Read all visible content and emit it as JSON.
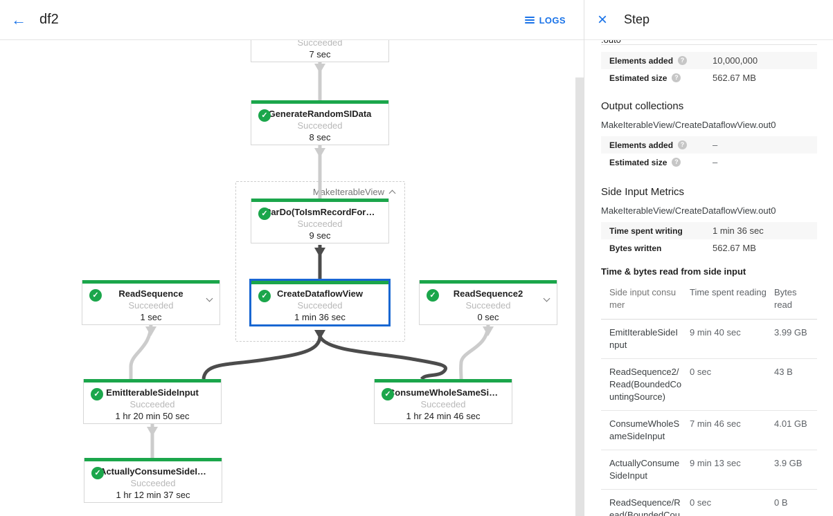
{
  "header": {
    "title": "df2",
    "logs_label": "LOGS"
  },
  "panel": {
    "title": "Step",
    "clipped_text": ".out0",
    "metrics_top": {
      "rows": [
        {
          "label": "Elements added",
          "value": "10,000,000"
        },
        {
          "label": "Estimated size",
          "value": "562.67 MB"
        }
      ]
    },
    "output_collections": {
      "heading": "Output collections",
      "collection": "MakeIterableView/CreateDataflowView.out0",
      "rows": [
        {
          "label": "Elements added",
          "value": "–"
        },
        {
          "label": "Estimated size",
          "value": "–"
        }
      ]
    },
    "side_input_metrics": {
      "heading": "Side Input Metrics",
      "collection": "MakeIterableView/CreateDataflowView.out0",
      "rows": [
        {
          "label": "Time spent writing",
          "value": "1 min 36 sec"
        },
        {
          "label": "Bytes written",
          "value": "562.67 MB"
        }
      ]
    },
    "side_input_table": {
      "heading": "Time & bytes read from side input",
      "columns": [
        "Side input consumer",
        "Time spent reading",
        "Bytes read"
      ],
      "rows": [
        {
          "consumer": "EmitIterableSideInput",
          "time": "9 min 40 sec",
          "bytes": "3.99 GB"
        },
        {
          "consumer": "ReadSequence2/Read(BoundedCountingSource)",
          "time": "0 sec",
          "bytes": "43 B"
        },
        {
          "consumer": "ConsumeWholeSameSideInput",
          "time": "7 min 46 sec",
          "bytes": "4.01 GB"
        },
        {
          "consumer": "ActuallyConsumeSideInput",
          "time": "9 min 13 sec",
          "bytes": "3.9 GB"
        },
        {
          "consumer": "ReadSequence/Read(BoundedCountingSource)",
          "time": "0 sec",
          "bytes": "0 B"
        }
      ]
    }
  },
  "graph": {
    "group_label": "MakeIterableView",
    "nodes": {
      "top": {
        "title": "",
        "status": "Succeeded",
        "time": "7 sec"
      },
      "generate": {
        "title": "GenerateRandomSIData",
        "status": "Succeeded",
        "time": "8 sec"
      },
      "pardo": {
        "title": "ParDo(ToIsmRecordFor…",
        "status": "Succeeded",
        "time": "9 sec"
      },
      "cdv": {
        "title": "CreateDataflowView",
        "status": "Succeeded",
        "time": "1 min 36 sec"
      },
      "readseq": {
        "title": "ReadSequence",
        "status": "Succeeded",
        "time": "1 sec"
      },
      "readseq2": {
        "title": "ReadSequence2",
        "status": "Succeeded",
        "time": "0 sec"
      },
      "emit": {
        "title": "EmitIterableSideInput",
        "status": "Succeeded",
        "time": "1 hr 20 min 50 sec"
      },
      "consume": {
        "title": "ConsumeWholeSameSi…",
        "status": "Succeeded",
        "time": "1 hr 24 min 46 sec"
      },
      "actually": {
        "title": "ActuallyConsumeSideI…",
        "status": "Succeeded",
        "time": "1 hr 12 min 37 sec"
      }
    }
  },
  "colors": {
    "accent_blue": "#1a73e8",
    "selected_border": "#1967d2",
    "success_green": "#1ba64b",
    "dark_edge": "#4c4c4c",
    "light_edge": "#cccccc"
  }
}
